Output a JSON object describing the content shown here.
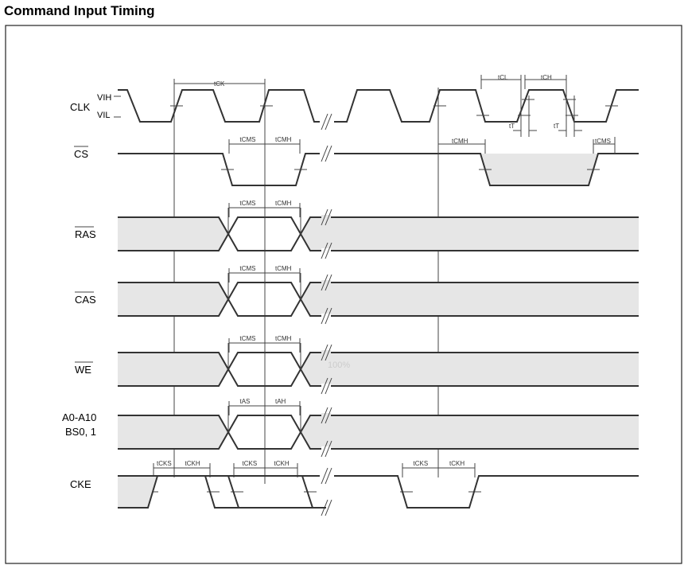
{
  "title": "Command Input Timing",
  "signals": {
    "clk": "CLK",
    "vih": "VIH",
    "vil": "VIL",
    "cs": "CS",
    "ras": "RAS",
    "cas": "CAS",
    "we": "WE",
    "addr_line1": "A0-A10",
    "addr_line2": "BS0, 1",
    "cke": "CKE"
  },
  "timings": {
    "tck": "tCK",
    "tcl": "tCL",
    "tch": "tCH",
    "tt": "tT",
    "tcms": "tCMS",
    "tcmh": "tCMH",
    "tas": "tAS",
    "tah": "tAH",
    "tcks": "tCKS",
    "tckh": "tCKH"
  },
  "watermark": "100%",
  "colors": {
    "shade": "#e6e6e6",
    "line": "#333333"
  }
}
